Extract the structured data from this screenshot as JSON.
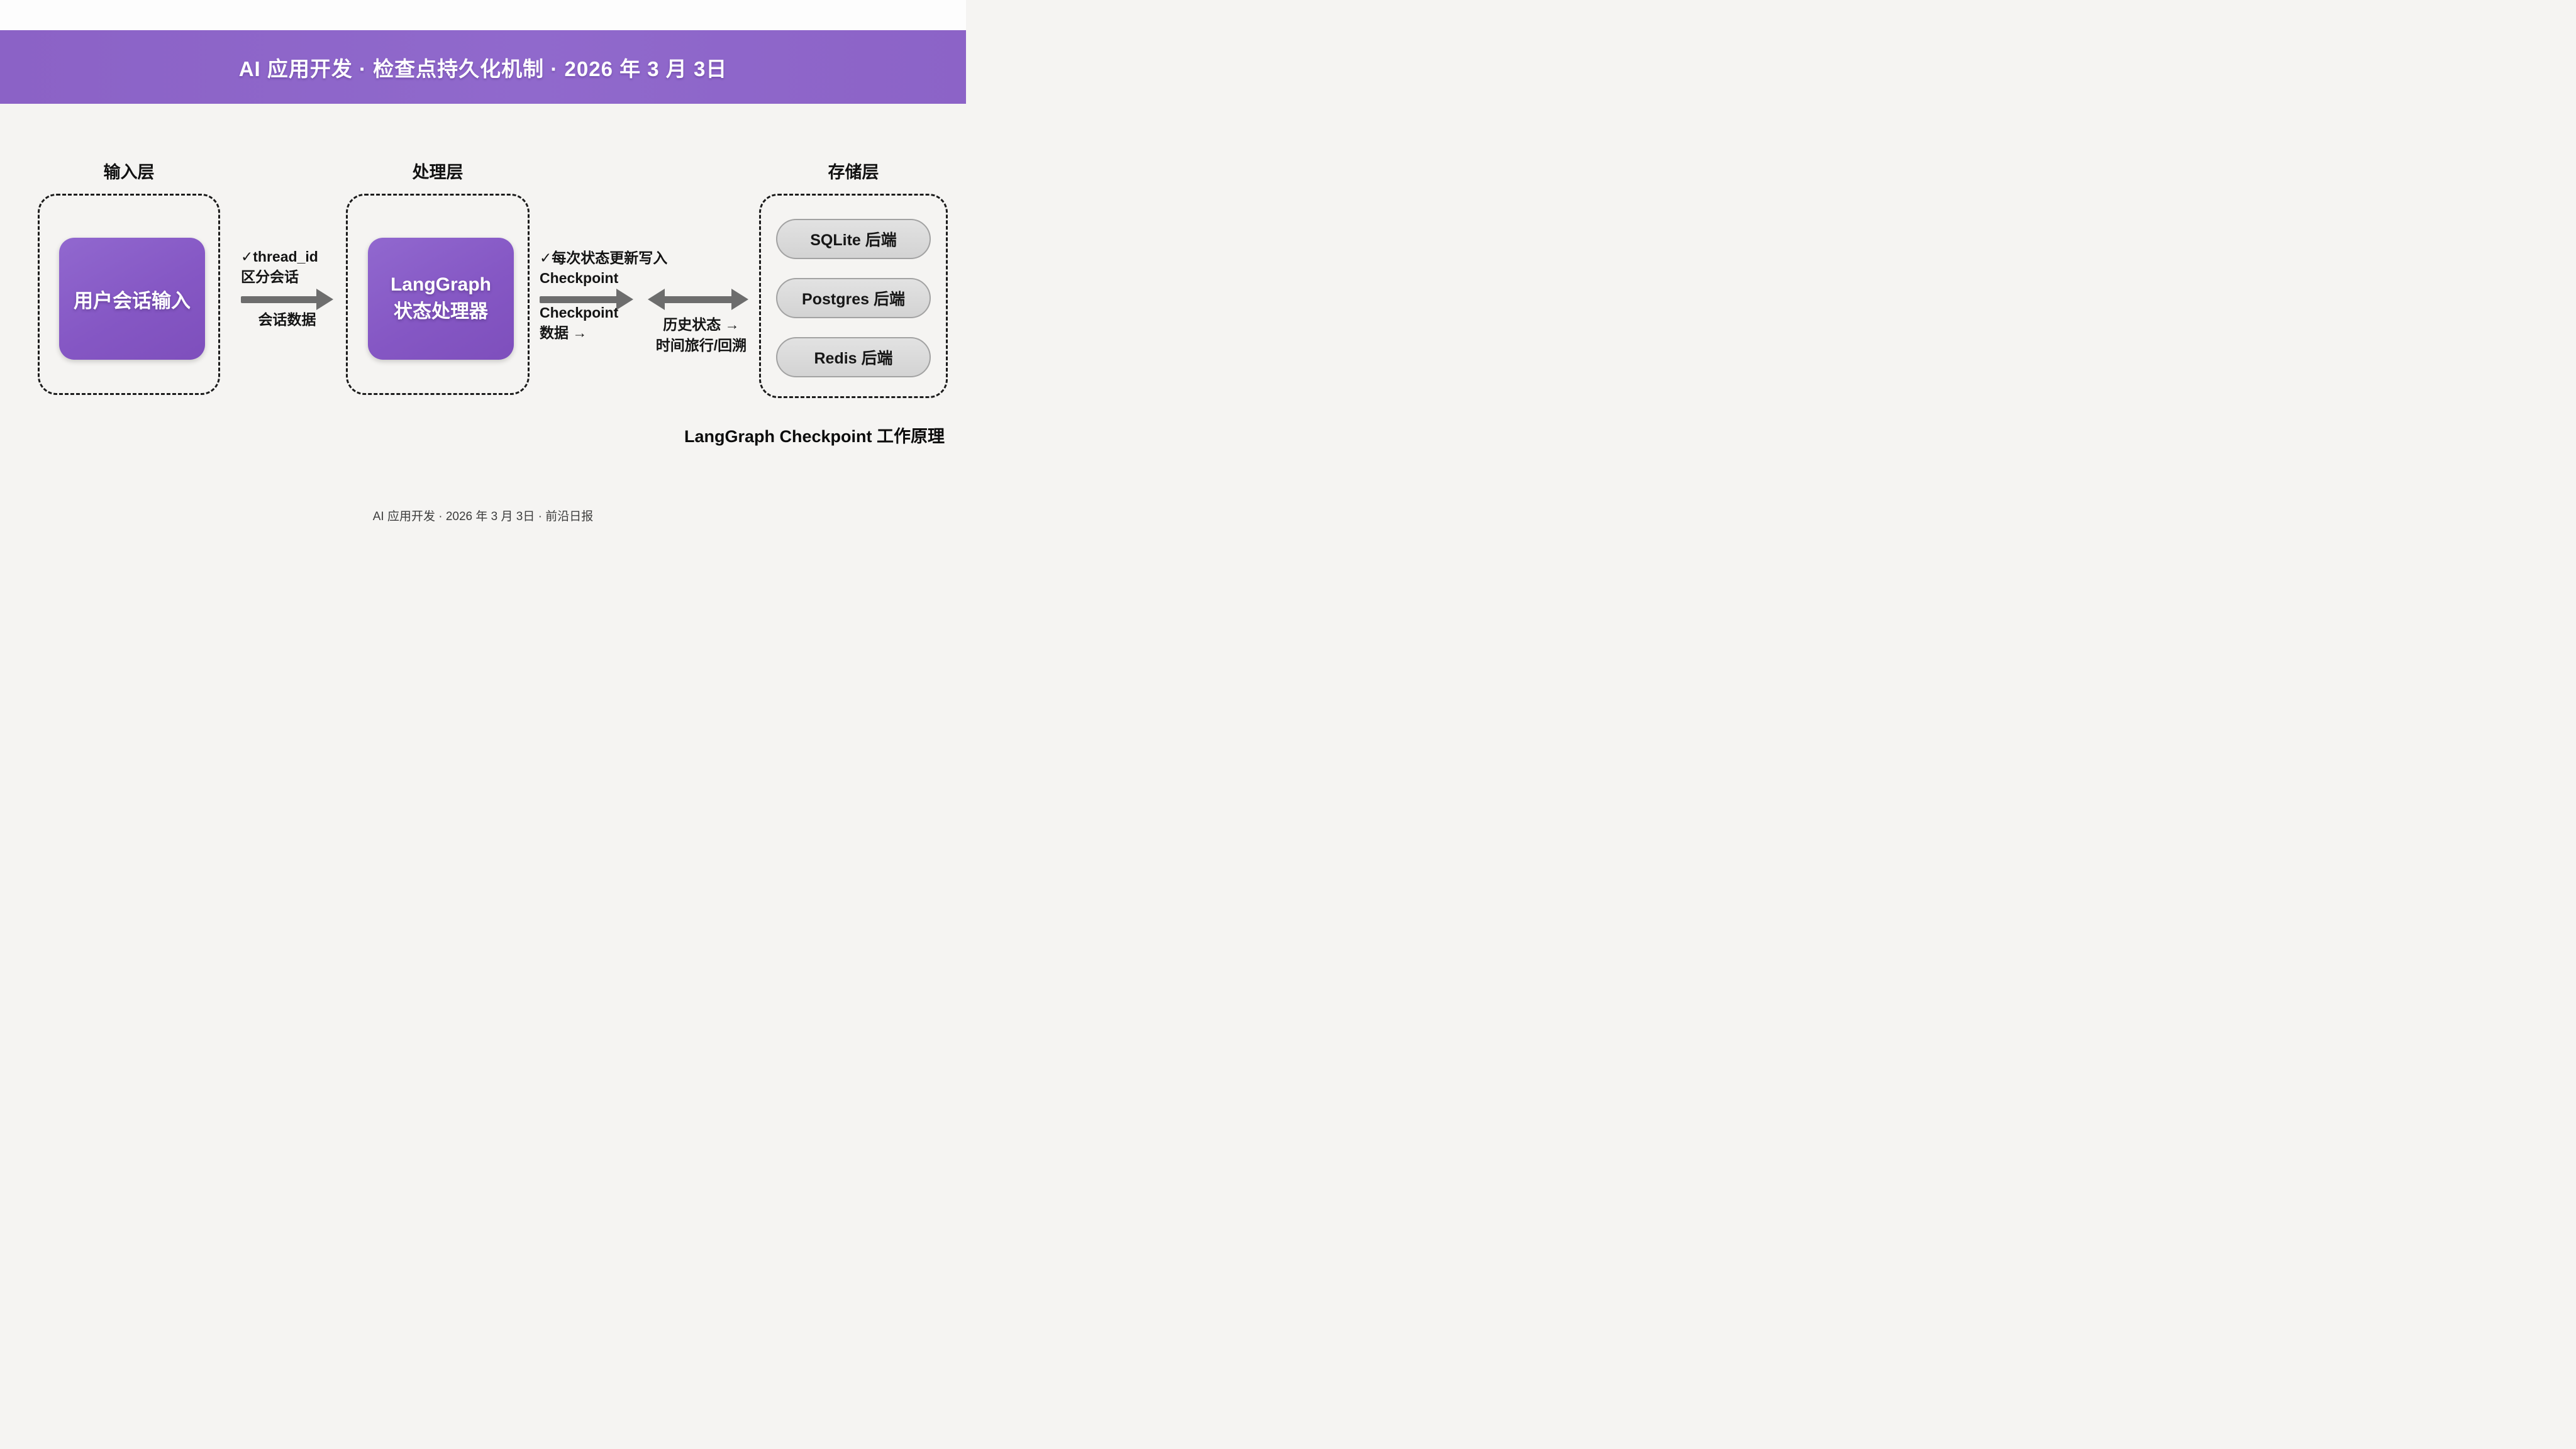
{
  "header": {
    "title": "AI 应用开发 · 检查点持久化机制 · 2026 年 3 月 3日"
  },
  "layers": {
    "input": {
      "label": "输入层",
      "node": "用户会话输入"
    },
    "processing": {
      "label": "处理层",
      "node_line1": "LangGraph",
      "node_line2": "状态处理器"
    },
    "storage": {
      "label": "存储层",
      "backends": [
        "SQLite 后端",
        "Postgres 后端",
        "Redis 后端"
      ]
    }
  },
  "connectors": {
    "session": {
      "note1": "✓thread_id",
      "note2": "区分会话",
      "below": "会话数据"
    },
    "checkpoint": {
      "note1": "✓每次状态更新写入",
      "note2": "Checkpoint",
      "below1": "Checkpoint",
      "below2": "数据 →"
    },
    "history": {
      "below1": "历史状态 →",
      "below2": "时间旅行/回溯"
    }
  },
  "caption": "LangGraph Checkpoint 工作原理",
  "footer": "AI 应用开发 · 2026 年 3 月 3日 · 前沿日报",
  "colors": {
    "banner": "#8d64c8",
    "node": "#8659c5",
    "arrow": "#6d6d6d",
    "pill": "#d9d9d9",
    "background": "#f5f4f2"
  }
}
